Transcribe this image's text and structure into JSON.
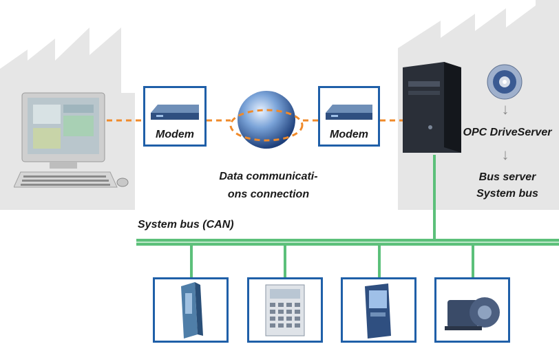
{
  "modem_left": {
    "label": "Modem"
  },
  "modem_right": {
    "label": "Modem"
  },
  "network": {
    "caption_line1": "Data communicati-",
    "caption_line2": "ons connection"
  },
  "server": {
    "opc_label": "OPC DriveServer",
    "bus_server_line1": "Bus server",
    "bus_server_line2": "System bus",
    "arrow_glyph": "↓"
  },
  "bus": {
    "label": "System bus (CAN)"
  },
  "devices": [
    {
      "name": "servo-drive"
    },
    {
      "name": "keypad-terminal"
    },
    {
      "name": "frequency-inverter"
    },
    {
      "name": "geared-motor"
    }
  ],
  "colors": {
    "bus_green": "#5cc07a",
    "dashed_orange": "#f08a2a",
    "frame_blue": "#1f5fa8",
    "factory_gray": "#e6e6e6"
  }
}
